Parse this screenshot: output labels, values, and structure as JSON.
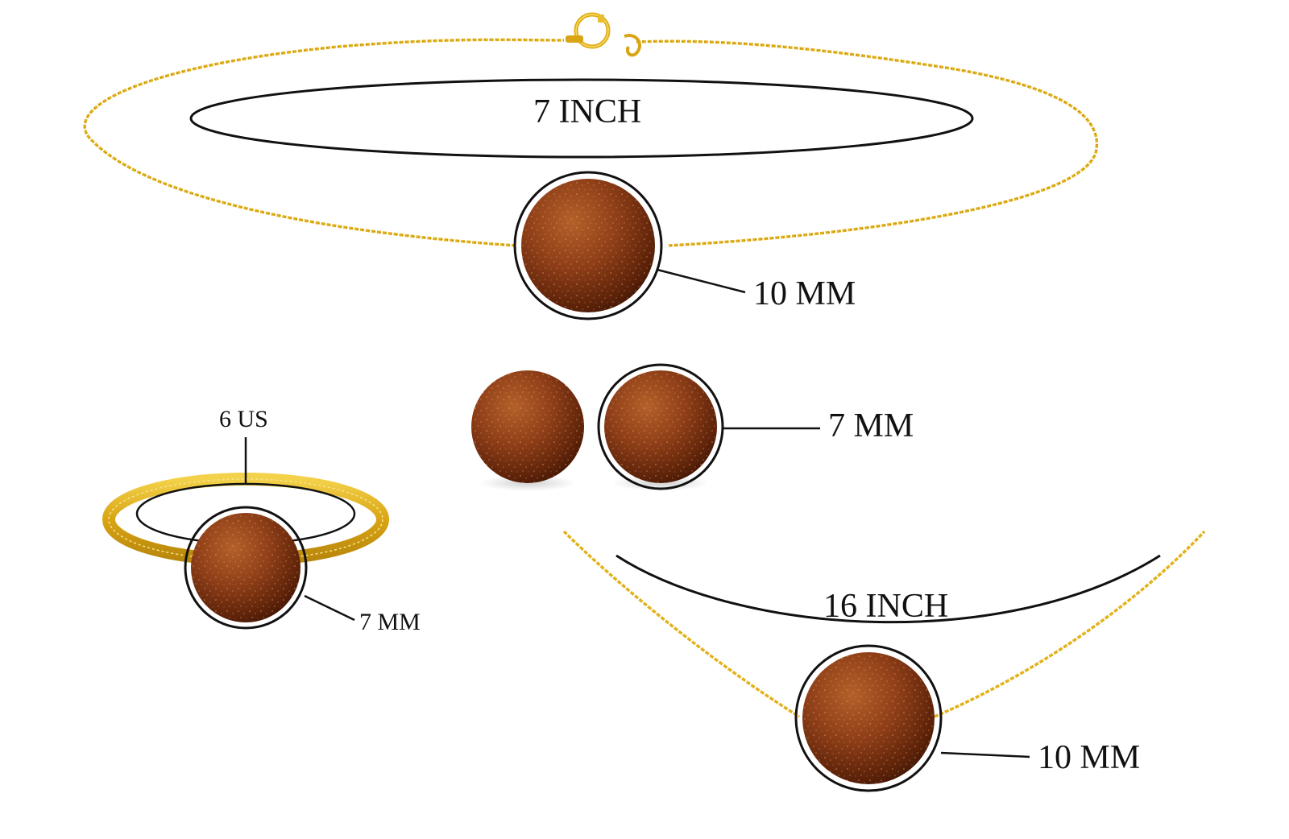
{
  "labels": {
    "bracelet_length": "7 INCH",
    "bracelet_stone": "10 MM",
    "earring_stone": "7 MM",
    "ring_size": "6 US",
    "ring_stone": "7 MM",
    "necklace_length": "16 INCH",
    "necklace_stone": "10 MM"
  },
  "colors": {
    "gold": "#e2b21a",
    "stone": "#8e3f19",
    "line": "#111111",
    "background": "#ffffff"
  }
}
